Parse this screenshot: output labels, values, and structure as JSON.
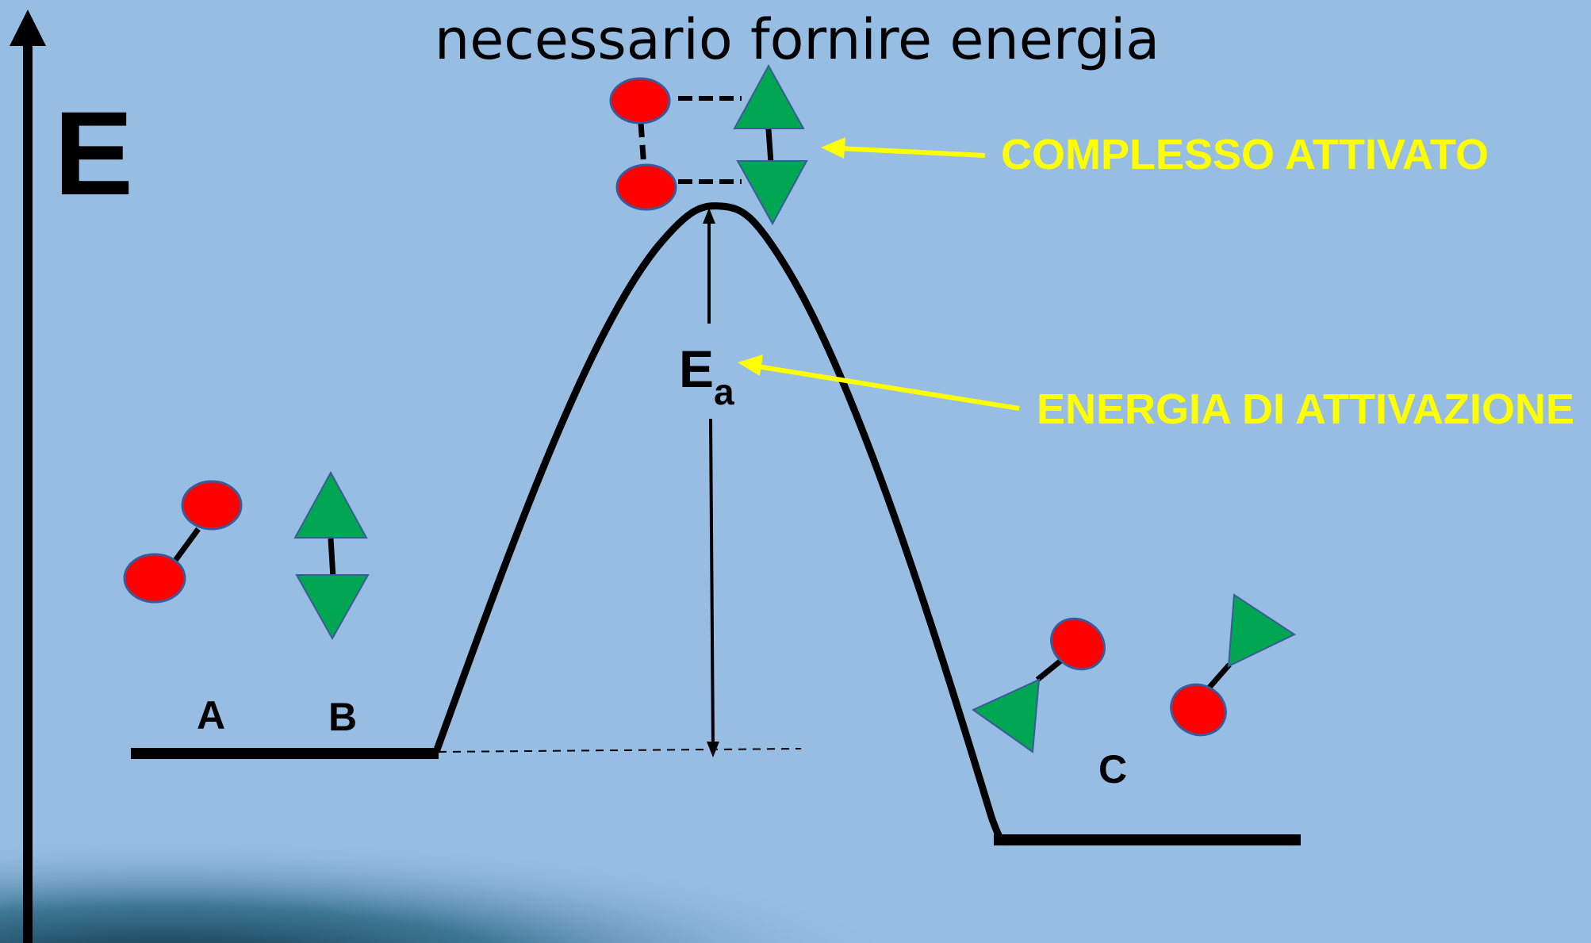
{
  "title": "necessario fornire energia",
  "axis": {
    "y_label": "E"
  },
  "activation_energy_label": {
    "main": "E",
    "subscript": "a"
  },
  "callouts": {
    "activated_complex": "COMPLESSO ATTIVATO",
    "activation_energy": "ENERGIA DI ATTIVAZIONE"
  },
  "species": {
    "a": "A",
    "b": "B",
    "c": "C"
  },
  "colors": {
    "background": "#97bde3",
    "atom_red": "#ff0000",
    "triangle_green": "#00a651",
    "callout_yellow": "#ffff00",
    "line_black": "#000000"
  }
}
